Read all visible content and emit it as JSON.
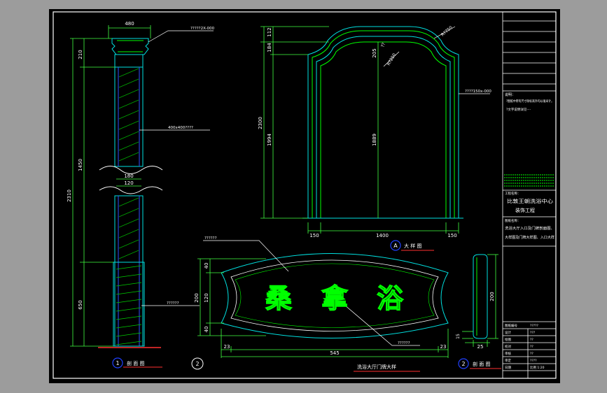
{
  "colors": {
    "background": "#9c9c9c",
    "sheet": "#000000",
    "frame": "#ffffff",
    "outline": "#00e0e0",
    "green": "#00ff00",
    "hatch": "#00cc00",
    "dim": "#40ff40",
    "red": "#ff3030",
    "blue": "#2040ff",
    "yellow": "#ffff00"
  },
  "section_left": {
    "label_top_width": "480",
    "dim_210": "210",
    "dim_1450": "1450",
    "dim_2310": "2310",
    "dim_650": "650",
    "dim_180": "180",
    "dim_120": "120",
    "leader_top": "?????2X-000",
    "leader_mid": "400x400????",
    "leader_bottom": "??????",
    "view_number": "1",
    "view_title": "剖 面 图"
  },
  "arch": {
    "dim_112": "112",
    "dim_184": "184",
    "dim_205": "205",
    "dim_1994": "1994",
    "dim_2300": "2300",
    "dim_1889": "1889",
    "dim_150_left": "150",
    "dim_1400": "1400",
    "dim_150_right": "150",
    "radius_label": "R?750",
    "radius_label_2": "R?250",
    "dim_top_right": "??",
    "leader_right": "????150x-000",
    "view_number": "A",
    "view_title": "大 样 图"
  },
  "sign": {
    "chars": [
      "桑",
      "拿",
      "浴"
    ],
    "dim_40_top": "40",
    "dim_120": "120",
    "dim_200": "200",
    "dim_40_bottom": "40",
    "dim_23_left": "23",
    "dim_23_right": "23",
    "dim_545": "545",
    "leader_top": "??????",
    "leader_bottom": "??????",
    "view_number": "2",
    "view_title": "洗浴大厅门牌大样"
  },
  "side_section": {
    "dim_200": "200",
    "dim_15": "15",
    "dim_25": "25",
    "view_number": "2",
    "view_title": "剖 面 图"
  },
  "title_block": {
    "notes_label": "说明：",
    "notes_line1": "?图纸中所有尺寸除标高外均以毫米计。",
    "notes_line2": "?文字说明详见····",
    "project_label": "工程名称：",
    "project_name_1": "比敦王朝洗浴中心",
    "project_name_2": "装饰工程",
    "drawing_label": "图纸名称：",
    "drawing_name_1": "洗浴大厅入口及门牌剖面图、",
    "drawing_name_2": "大样图及门牌大样图、入口大样",
    "rows": [
      {
        "left": "图纸编号",
        "right": "?????"
      },
      {
        "left": "设计",
        "right": "???"
      },
      {
        "left": "绘图",
        "right": "??"
      },
      {
        "left": "校对",
        "right": "??"
      },
      {
        "left": "审核",
        "right": "??"
      },
      {
        "left": "审定",
        "right": "????"
      },
      {
        "left": "日期",
        "right": "比例 1:20"
      }
    ]
  }
}
